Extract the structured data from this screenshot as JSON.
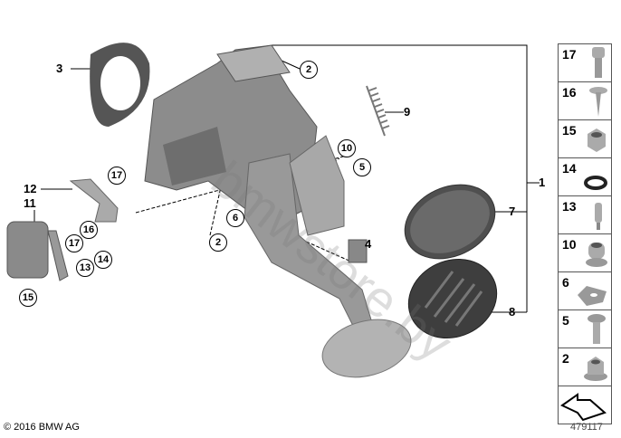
{
  "diagram": {
    "callouts": {
      "c1": "1",
      "c2a": "2",
      "c2b": "2",
      "c3": "3",
      "c4": "4",
      "c5": "5",
      "c6": "6",
      "c7": "7",
      "c8": "8",
      "c9": "9",
      "c10": "10",
      "c11": "11",
      "c12": "12",
      "c13": "13",
      "c14": "14",
      "c15": "15",
      "c16": "16",
      "c17a": "17",
      "c17b": "17"
    },
    "watermark": "bmwstore.by"
  },
  "parts_panel": {
    "items": [
      {
        "num": "17",
        "icon": "screw-icon"
      },
      {
        "num": "16",
        "icon": "self-tapping-screw-icon"
      },
      {
        "num": "15",
        "icon": "hex-nut-icon"
      },
      {
        "num": "14",
        "icon": "o-ring-icon"
      },
      {
        "num": "13",
        "icon": "pin-icon"
      },
      {
        "num": "10",
        "icon": "bushing-icon"
      },
      {
        "num": "6",
        "icon": "clip-icon"
      },
      {
        "num": "5",
        "icon": "bolt-icon"
      },
      {
        "num": "2",
        "icon": "flange-nut-icon"
      }
    ]
  },
  "footer": {
    "copyright": "© 2016 BMW AG",
    "diagram_number": "479117"
  }
}
